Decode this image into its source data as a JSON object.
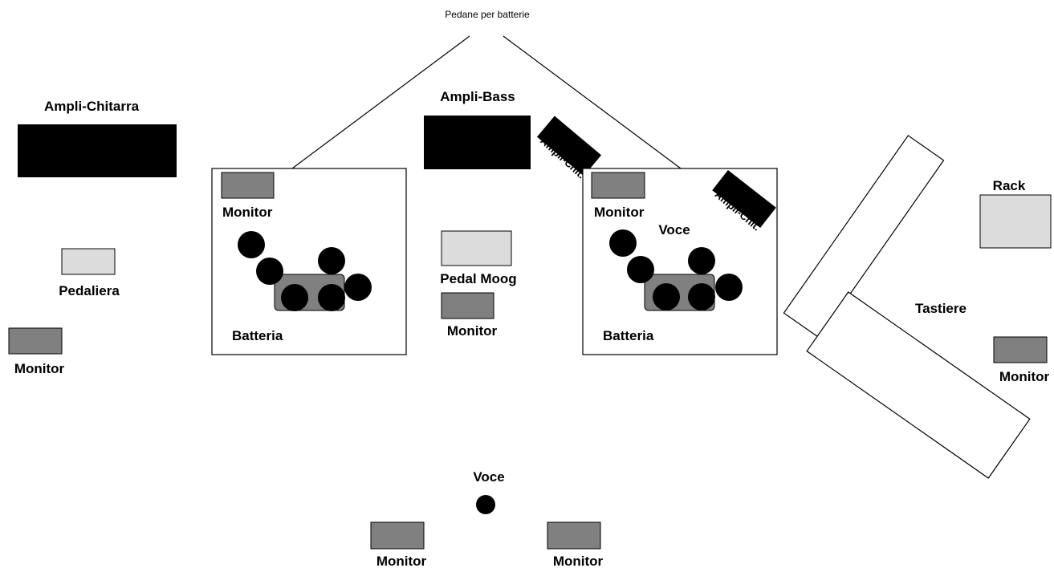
{
  "diagram": {
    "riser_caption": "Pedane per batterie",
    "ampli_chitarra": "Ampli-Chitarra",
    "ampli_bass": "Ampli-Bass",
    "ampli_chit_1": "Ampli-Chit.",
    "ampli_chit_2": "Ampli-Chit.",
    "pedaliera": "Pedaliera",
    "pedal_moog": "Pedal Moog",
    "voce_drum_right": "Voce",
    "voce_front": "Voce",
    "rack": "Rack",
    "tastiere": "Tastiere",
    "batteria_left": "Batteria",
    "batteria_right": "Batteria",
    "monitor_left_drum": "Monitor",
    "monitor_right_drum": "Monitor",
    "monitor_far_left": "Monitor",
    "monitor_center": "Monitor",
    "monitor_far_right": "Monitor",
    "monitor_front_left": "Monitor",
    "monitor_front_right": "Monitor"
  },
  "colors": {
    "amp": "#000000",
    "monitor": "#808080",
    "light_equipment": "#dcdcdc",
    "background": "#ffffff"
  }
}
